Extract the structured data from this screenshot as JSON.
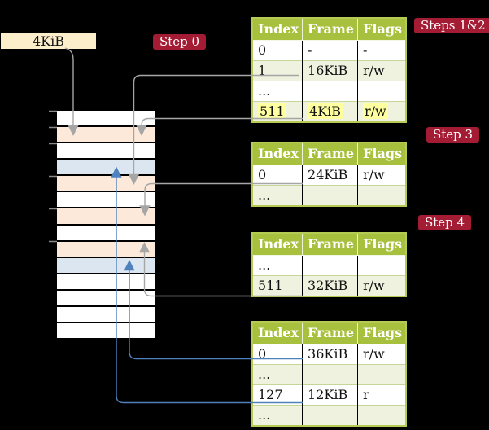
{
  "labels": {
    "frame_size": "4KiB"
  },
  "steps": [
    {
      "id": "step-0",
      "label": "Step 0"
    },
    {
      "id": "steps-1-2",
      "label": "Steps 1&2"
    },
    {
      "id": "step-3",
      "label": "Step 3"
    },
    {
      "id": "step-4",
      "label": "Step 4"
    }
  ],
  "memory": {
    "rows": [
      "white",
      "peach",
      "white",
      "blue",
      "peach",
      "white",
      "peach",
      "white",
      "peach",
      "blue",
      "white",
      "white",
      "white",
      "white"
    ]
  },
  "tables": [
    {
      "name": "page-table-steps-1-2",
      "headers": [
        "Index",
        "Frame",
        "Flags"
      ],
      "rows": [
        {
          "cells": [
            "0",
            "-",
            "-"
          ]
        },
        {
          "cells": [
            "1",
            "16KiB",
            "r/w"
          ]
        },
        {
          "cells": [
            "...",
            "",
            ""
          ]
        },
        {
          "cells": [
            "511",
            "4KiB",
            "r/w"
          ],
          "highlight": true
        }
      ]
    },
    {
      "name": "page-table-step-3",
      "headers": [
        "Index",
        "Frame",
        "Flags"
      ],
      "rows": [
        {
          "cells": [
            "0",
            "24KiB",
            "r/w"
          ]
        },
        {
          "cells": [
            "...",
            "",
            ""
          ]
        }
      ]
    },
    {
      "name": "page-table-step-4-upper",
      "headers": [
        "Index",
        "Frame",
        "Flags"
      ],
      "rows": [
        {
          "cells": [
            "...",
            "",
            ""
          ]
        },
        {
          "cells": [
            "511",
            "32KiB",
            "r/w"
          ]
        }
      ]
    },
    {
      "name": "page-table-step-4-lower",
      "headers": [
        "Index",
        "Frame",
        "Flags"
      ],
      "rows": [
        {
          "cells": [
            "0",
            "36KiB",
            "r/w"
          ]
        },
        {
          "cells": [
            "...",
            "",
            ""
          ]
        },
        {
          "cells": [
            "127",
            "12KiB",
            "r"
          ]
        },
        {
          "cells": [
            "...",
            "",
            ""
          ]
        }
      ]
    }
  ],
  "colors": {
    "badge_bg": "#a31c33",
    "table_header_bg": "#a7c13e",
    "table_border": "#b5cb53",
    "table_row_sep": "#c6d598",
    "table_row_alt": "#eef2de",
    "highlight": "#feff9e",
    "memory_white": "#ffffff",
    "memory_peach": "#fde9d9",
    "memory_blue": "#dce6f1",
    "label_box_bg": "#fdeecb",
    "arrow_gray": "#a6a6a6",
    "arrow_blue": "#4f81bd",
    "tick_color": "#8a8a8a"
  }
}
